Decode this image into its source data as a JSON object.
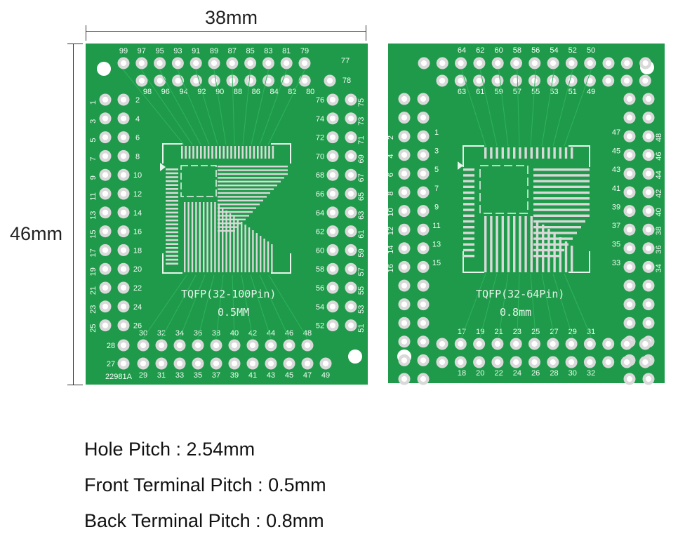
{
  "dimensions": {
    "width_label": "38mm",
    "height_label": "46mm"
  },
  "board_100": {
    "title": "TQFP(32-100Pin)",
    "pitch_label": "0.5MM",
    "code": "22981A",
    "top_row_upper": [
      "99",
      "97",
      "95",
      "93",
      "91",
      "89",
      "87",
      "85",
      "83",
      "81",
      "79"
    ],
    "top_row_lower": [
      "98",
      "96",
      "94",
      "92",
      "90",
      "88",
      "86",
      "84",
      "82",
      "80"
    ],
    "corner_top_right": [
      "77",
      "78"
    ],
    "left_outer": [
      "1",
      "3",
      "5",
      "7",
      "9",
      "11",
      "13",
      "15",
      "17",
      "19",
      "21",
      "23",
      "25"
    ],
    "left_inner": [
      "2",
      "4",
      "6",
      "8",
      "10",
      "12",
      "14",
      "16",
      "18",
      "20",
      "22",
      "24",
      "26"
    ],
    "right_inner": [
      "76",
      "74",
      "72",
      "70",
      "68",
      "66",
      "64",
      "62",
      "60",
      "58",
      "56",
      "54",
      "52"
    ],
    "right_outer": [
      "75",
      "73",
      "71",
      "69",
      "67",
      "65",
      "63",
      "61",
      "59",
      "57",
      "55",
      "53",
      "51"
    ],
    "bottom_upper": [
      "30",
      "32",
      "34",
      "36",
      "38",
      "40",
      "42",
      "44",
      "46",
      "48"
    ],
    "bottom_lower": [
      "29",
      "31",
      "33",
      "35",
      "37",
      "39",
      "41",
      "43",
      "45",
      "47",
      "49"
    ],
    "corner_bottom_left": [
      "28",
      "27"
    ]
  },
  "board_64": {
    "title": "TQFP(32-64Pin)",
    "pitch_label": "0.8mm",
    "top_upper": [
      "64",
      "62",
      "60",
      "58",
      "56",
      "54",
      "52",
      "50"
    ],
    "top_lower": [
      "63",
      "61",
      "59",
      "57",
      "55",
      "53",
      "51",
      "49"
    ],
    "left_outer": [
      "2",
      "4",
      "6",
      "8",
      "10",
      "12",
      "14",
      "16"
    ],
    "left_inner": [
      "1",
      "3",
      "5",
      "7",
      "9",
      "11",
      "13",
      "15"
    ],
    "right_inner": [
      "47",
      "45",
      "43",
      "41",
      "39",
      "37",
      "35",
      "33"
    ],
    "right_outer": [
      "48",
      "46",
      "44",
      "42",
      "40",
      "38",
      "36",
      "34"
    ],
    "bottom_upper": [
      "17",
      "19",
      "21",
      "23",
      "25",
      "27",
      "29",
      "31"
    ],
    "bottom_lower": [
      "18",
      "20",
      "22",
      "24",
      "26",
      "28",
      "30",
      "32"
    ]
  },
  "specs": {
    "hole_pitch": "Hole Pitch : 2.54mm",
    "front_pitch": "Front Terminal Pitch : 0.5mm",
    "back_pitch": "Back Terminal Pitch : 0.8mm"
  },
  "colors": {
    "pcb_green": "#1f9a4a",
    "pcb_dark": "#14803a",
    "trace": "#2fb35c",
    "pad": "#d9d9d9",
    "hole": "#ffffff"
  }
}
